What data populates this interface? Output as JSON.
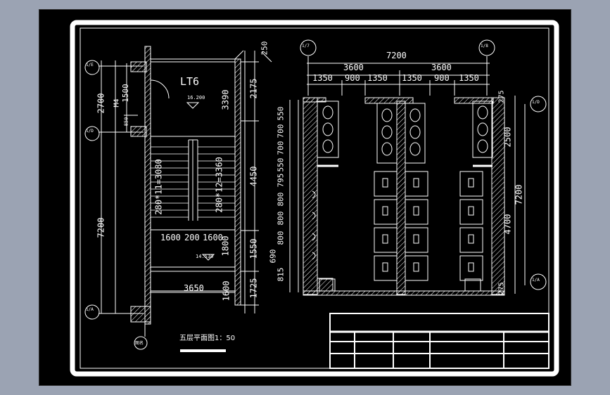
{
  "colors": {
    "background": "#000000",
    "lines": "#ffffff",
    "frame_outside": "#9ba3b3"
  },
  "stair_plan": {
    "title": "LT6",
    "level_top": "16.200",
    "level_landing": "14.530",
    "door_tag": "M4",
    "left_dims": [
      "2700",
      "7200"
    ],
    "left_inner_dims": [
      "1500",
      "850"
    ],
    "right_dims": [
      "250",
      "2175",
      "3390",
      "4450",
      "1550",
      "1800",
      "1725",
      "1600"
    ],
    "flight_labels": [
      "280*11=3080",
      "280*12=3360"
    ],
    "landing_dims": [
      "1600",
      "200",
      "1600"
    ],
    "width_dim": "3650",
    "axes": [
      "E",
      "D",
      "A"
    ],
    "axis_prefix": "1/",
    "north_symbol": "图名"
  },
  "caption": "五层平面图1：50",
  "toilet_plan": {
    "axes_top": [
      "7",
      "8"
    ],
    "axes_right": [
      "D",
      "A"
    ],
    "axis_prefix": "1/",
    "top_total": "7200",
    "top_half": [
      "3600",
      "3600"
    ],
    "top_parts": [
      "1350",
      "900",
      "1350",
      "1350",
      "900",
      "1350"
    ],
    "left_dims": [
      "550",
      "700",
      "700",
      "550",
      "795",
      "800",
      "800",
      "800",
      "690",
      "815"
    ],
    "right_dims": [
      "275",
      "2500",
      "4700",
      "275"
    ],
    "right_total": "7200"
  }
}
